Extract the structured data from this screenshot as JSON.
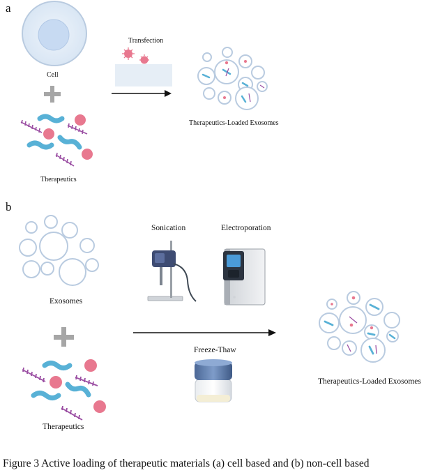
{
  "panel_a": {
    "label": "a",
    "cell_label": "Cell",
    "transfection_label": "Transfection",
    "therapeutics_label": "Therapeutics",
    "result_label": "Therapeutics-Loaded Exosomes"
  },
  "panel_b": {
    "label": "b",
    "exosomes_label": "Exosomes",
    "sonication_label": "Sonication",
    "electroporation_label": "Electroporation",
    "freeze_thaw_label": "Freeze-Thaw",
    "therapeutics_label": "Therapeutics",
    "result_label": "Therapeutics-Loaded Exosomes"
  },
  "caption": "Figure 3 Active loading of therapeutic materials (a) cell based and (b) non-cell based",
  "colors": {
    "membrane": "#b9cbe0",
    "cell_fill": "#e4eefa",
    "nucleus": "#c7daf2",
    "protein": "#58b1d6",
    "particle": "#e8788f",
    "nucleic_acid": "#9b4fa3",
    "arrow": "#111111",
    "plus": "#a6a6a6"
  }
}
